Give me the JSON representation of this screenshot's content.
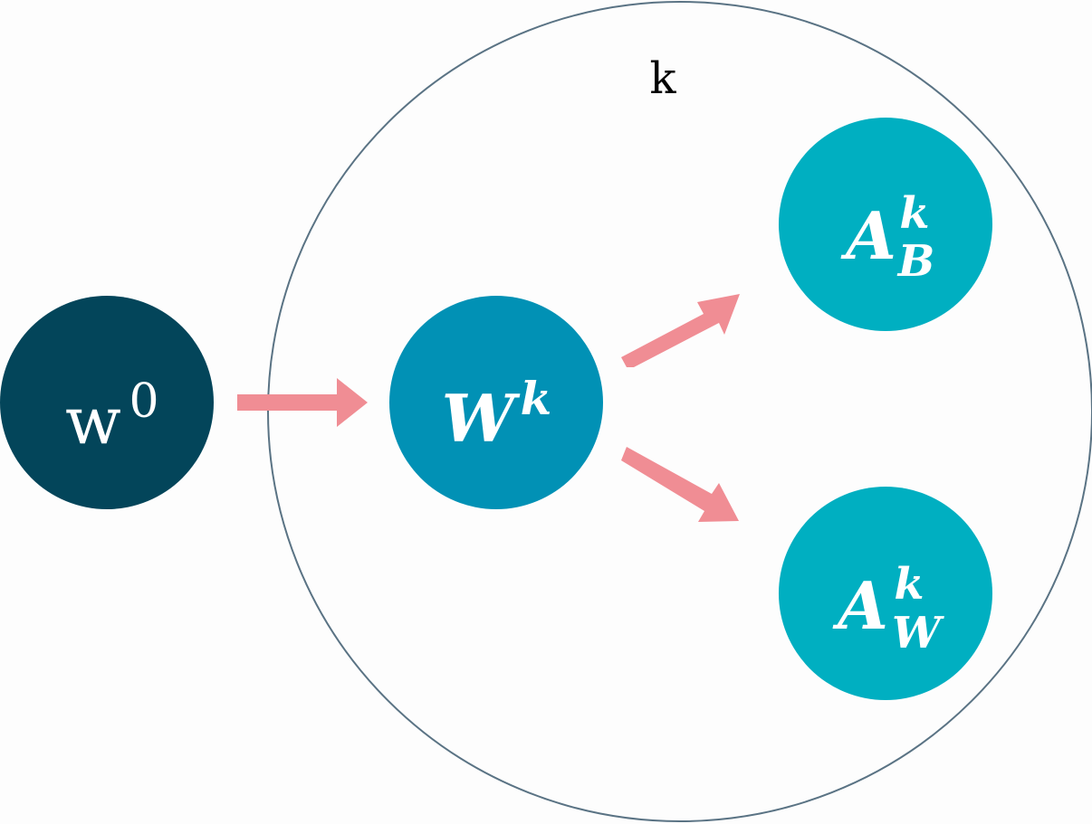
{
  "diagram": {
    "plate_label": "k",
    "nodes": [
      {
        "id": "w0",
        "base": "w",
        "sup": "0",
        "sub": "",
        "color": "#03455a"
      },
      {
        "id": "wk",
        "base": "W",
        "sup": "k",
        "sub": "",
        "color": "#0191b5"
      },
      {
        "id": "akb",
        "base": "A",
        "sup": "k",
        "sub": "B",
        "color": "#00afc1"
      },
      {
        "id": "akw",
        "base": "A",
        "sup": "k",
        "sub": "W",
        "color": "#00afc1"
      }
    ],
    "edges": [
      {
        "from": "w0",
        "to": "wk"
      },
      {
        "from": "wk",
        "to": "akb"
      },
      {
        "from": "wk",
        "to": "akw"
      }
    ],
    "colors": {
      "plate_stroke": "#5a7384",
      "arrow": "#f08d94",
      "node_text": "#ffffff",
      "plate_label_text": "#000000",
      "background": "#fdfdfd"
    }
  }
}
